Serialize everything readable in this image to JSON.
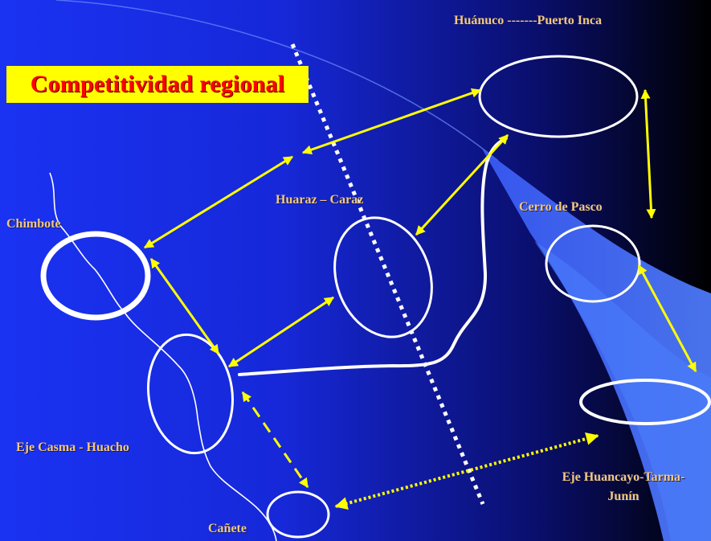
{
  "slide": {
    "title": "Competitividad regional",
    "colors": {
      "background_left": "#1a32f2",
      "background_right": "#000000",
      "title_background": "#ffff00",
      "title_text": "#ff0000",
      "labels": "#f4c87c",
      "arrows": "#ffff00",
      "outlines": "#ffffff"
    },
    "regions": {
      "huanuco": "Huánuco -------Puerto Inca",
      "huaraz": "Huaraz – Caraz",
      "chimbote": "Chimbote",
      "cerro": "Cerro de Pasco",
      "casma": "Eje Casma - Huacho",
      "huancayo_line1": "Eje Huancayo-Tarma-",
      "huancayo_line2": "Junín",
      "canete": "Cañete"
    }
  }
}
